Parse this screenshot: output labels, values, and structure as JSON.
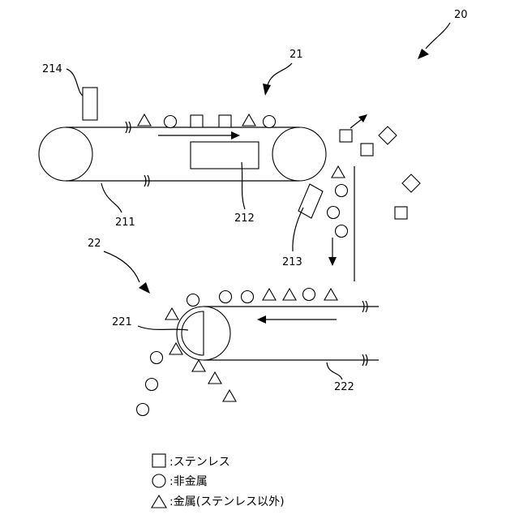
{
  "labels": {
    "system": "20",
    "upper_conveyor": "21",
    "lower_conveyor": "22",
    "belt_upper": "211",
    "magnet_box": "212",
    "chute": "213",
    "sensor": "214",
    "drum_magnet": "221",
    "belt_lower": "222"
  },
  "legend": [
    {
      "icon": "square-icon",
      "text": ":ステンレス"
    },
    {
      "icon": "circle-icon",
      "text": ":非金属"
    },
    {
      "icon": "triangle-icon",
      "text": ":金属(ステンレス以外)"
    }
  ]
}
